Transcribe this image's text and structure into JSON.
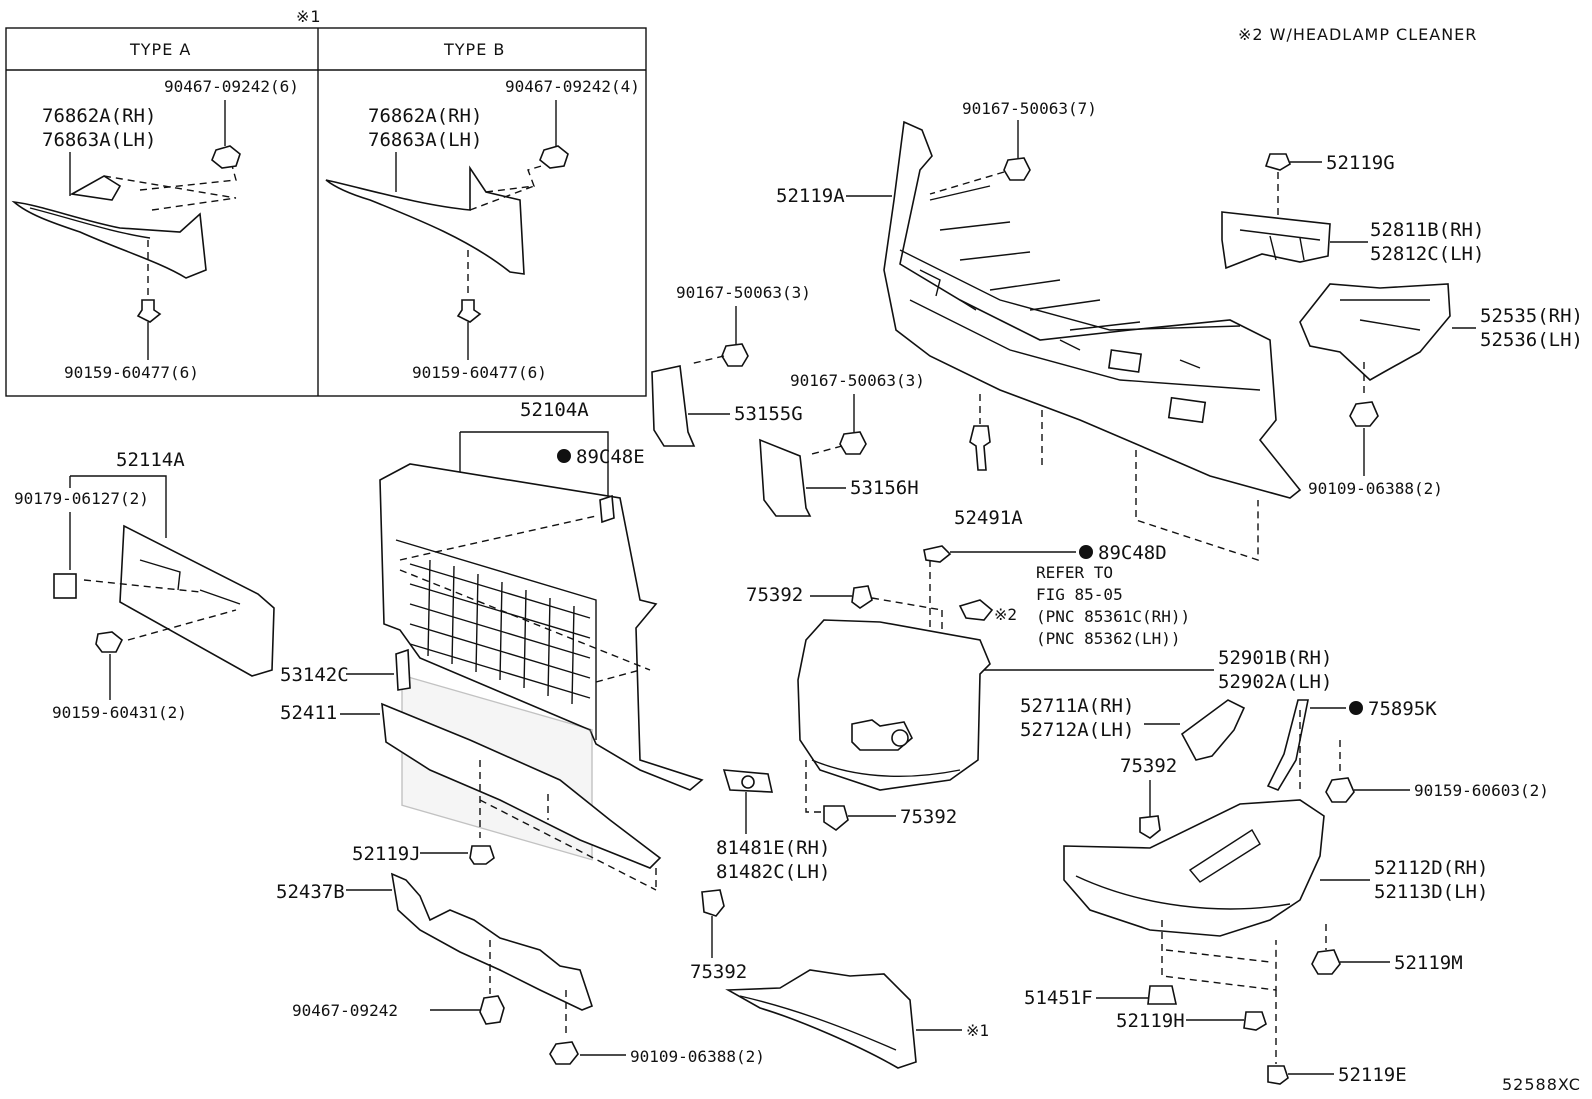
{
  "header": {
    "note1": "※1",
    "note2": "※2 W/HEADLAMP CLEANER",
    "type_a": "TYPE A",
    "type_b": "TYPE B",
    "figure_id": "52588XC"
  },
  "labels": {
    "ta_bolt_top": "90467-09242(6)",
    "ta_part_rh": "76862A(RH)",
    "ta_part_lh": "76863A(LH)",
    "ta_screw_bot": "90159-60477(6)",
    "tb_bolt_top": "90467-09242(4)",
    "tb_part_rh": "76862A(RH)",
    "tb_part_lh": "76863A(LH)",
    "tb_screw_bot": "90159-60477(6)",
    "p52114A": "52114A",
    "p90179": "90179-06127(2)",
    "p90159_431": "90159-60431(2)",
    "p52104A": "52104A",
    "p89C48E": "89C48E",
    "p53142C": "53142C",
    "p52411": "52411",
    "p52119J": "52119J",
    "p52437B": "52437B",
    "p90467_single": "90467-09242",
    "p90109_bottom": "90109-06388(2)",
    "p75392_a": "75392",
    "p81481E": "81481E(RH)",
    "p81482C": "81482C(LH)",
    "star1_bottom": "※1",
    "p90167_a": "90167-50063(3)",
    "p53155G": "53155G",
    "p90167_b": "90167-50063(3)",
    "p53156H": "53156H",
    "p90167_c": "90167-50063(7)",
    "p52119A": "52119A",
    "p52491A": "52491A",
    "p52119G": "52119G",
    "p52811B": "52811B(RH)",
    "p52812C": "52812C(LH)",
    "p52535": "52535(RH)",
    "p52536": "52536(LH)",
    "p90109_right": "90109-06388(2)",
    "p89C48D": "89C48D",
    "refer1": "REFER TO",
    "refer2": "FIG 85-05",
    "refer3": "(PNC 85361C(RH))",
    "refer4": "(PNC 85362(LH))",
    "star2_mark": "※2",
    "p75392_b": "75392",
    "p52901B": "52901B(RH)",
    "p52902A": "52902A(LH)",
    "p52711A": "52711A(RH)",
    "p52712A": "52712A(LH)",
    "p75392_c": "75392",
    "p75392_d": "75392",
    "p75895K": "75895K",
    "p90159_603": "90159-60603(2)",
    "p52112D": "52112D(RH)",
    "p52113D": "52113D(LH)",
    "p52119M": "52119M",
    "p51451F": "51451F",
    "p52119H": "52119H",
    "p52119E": "52119E"
  }
}
